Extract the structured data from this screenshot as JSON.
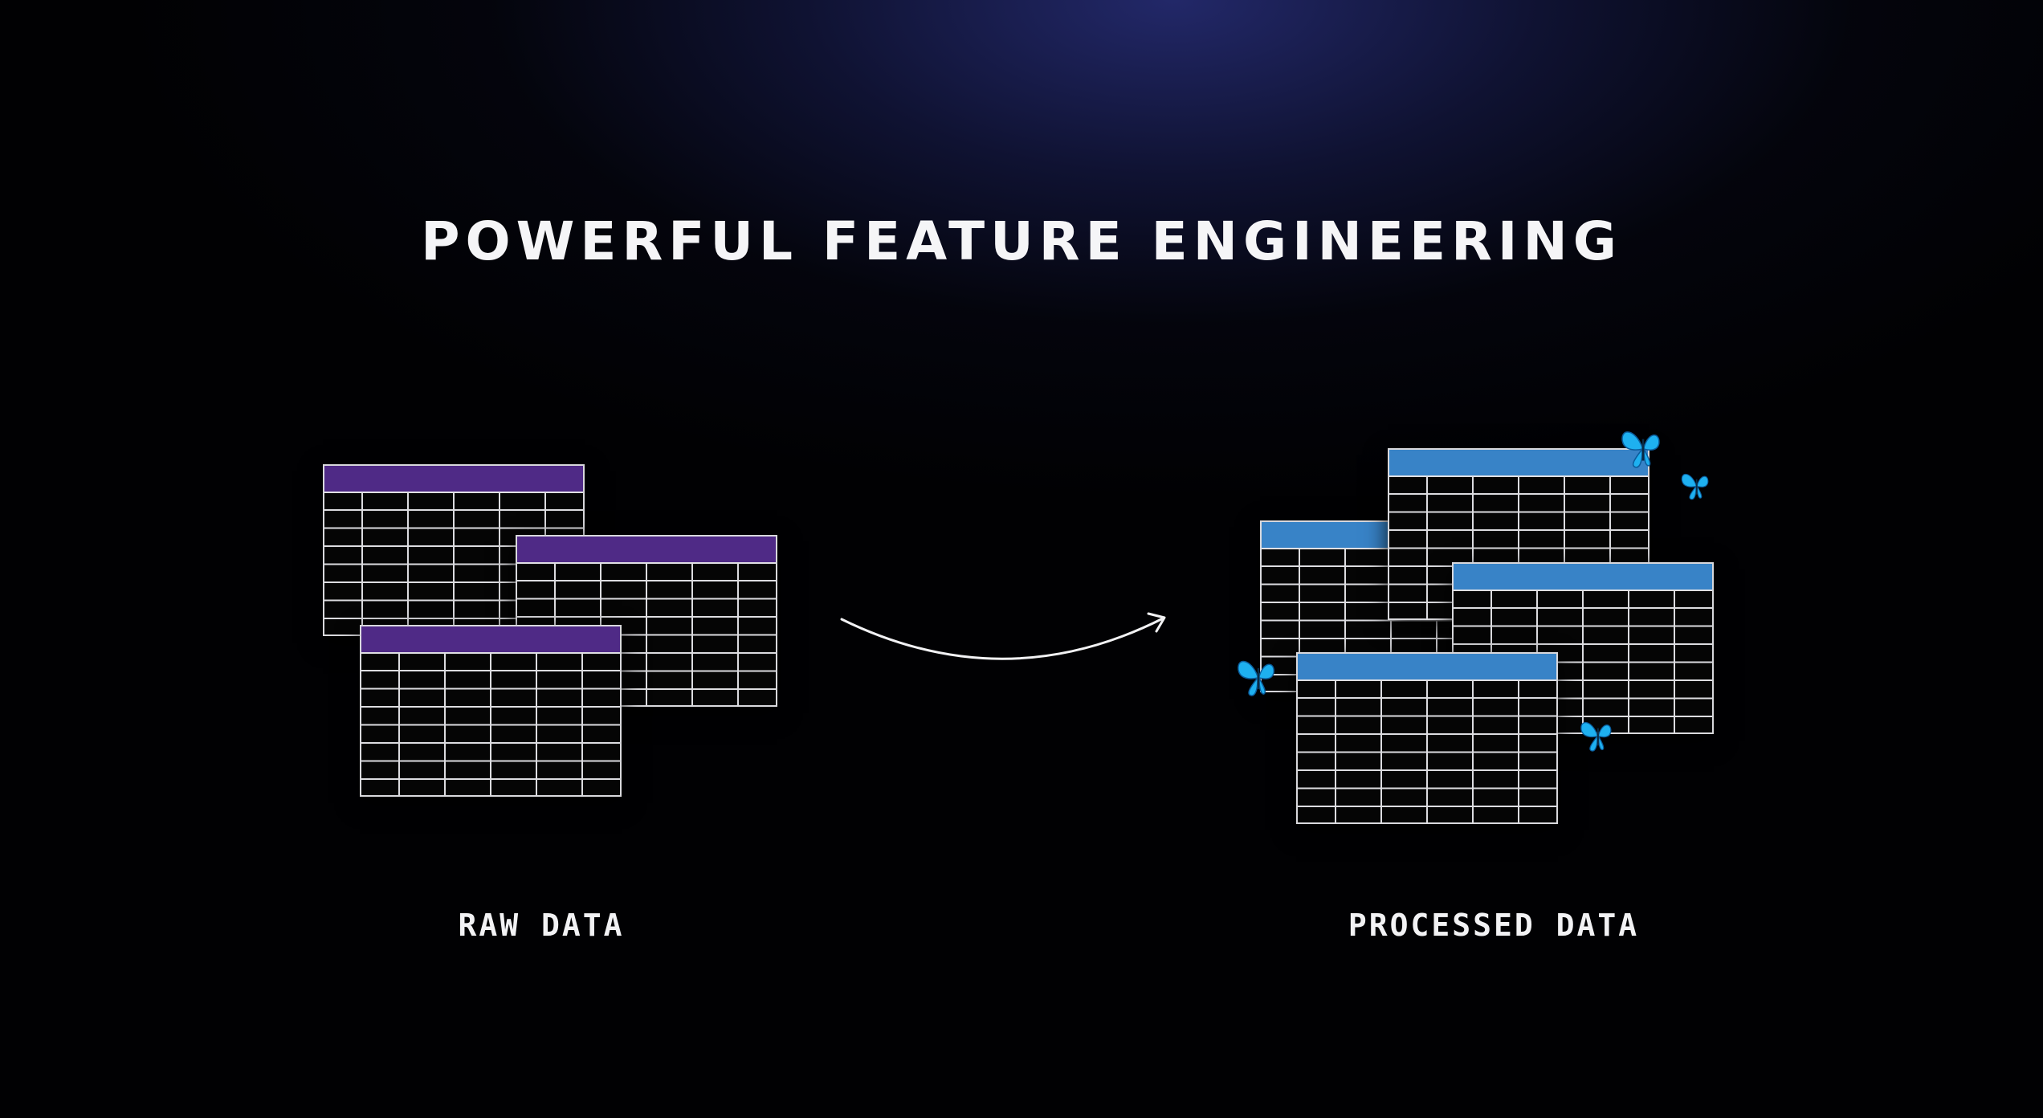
{
  "title": "POWERFUL FEATURE ENGINEERING",
  "labels": {
    "raw": "RAW DATA",
    "processed": "PROCESSED DATA"
  },
  "colors": {
    "background": "#010103",
    "glow": "#242a6e",
    "raw_header": "#4f2a86",
    "processed_header": "#3883c7",
    "grid_lines": "#dcdce0",
    "butterfly": "#1eb0f0"
  },
  "icons": {
    "arrow": "curved-arrow-icon",
    "butterfly": "butterfly-icon"
  }
}
